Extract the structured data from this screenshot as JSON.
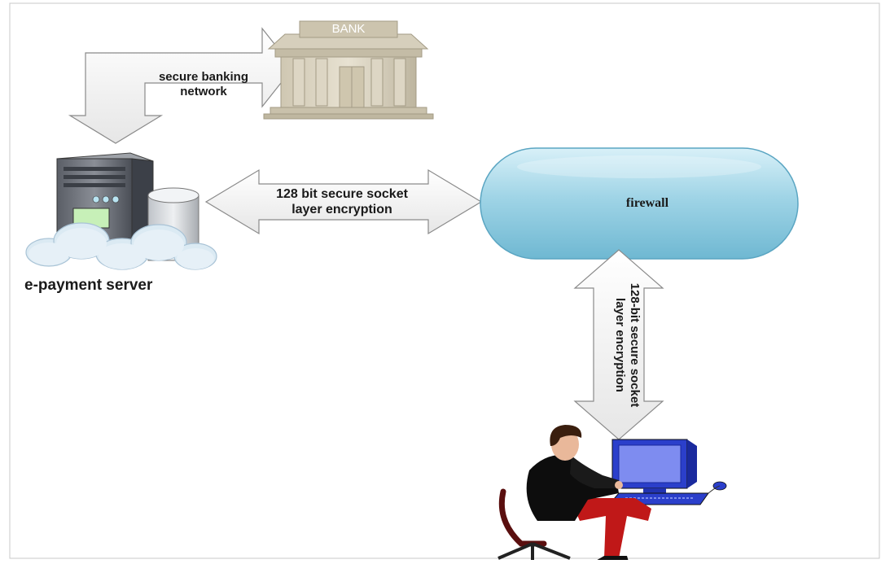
{
  "diagram": {
    "bank_sign": "BANK",
    "arrow_bank_label": [
      "secure banking",
      "network"
    ],
    "arrow_ssl_label": [
      "128 bit secure socket",
      "layer encryption"
    ],
    "arrow_vertical_label": [
      "128-bit secure socket",
      "layer encryption"
    ],
    "server_label": "e-payment server",
    "firewall_label": "firewall"
  }
}
